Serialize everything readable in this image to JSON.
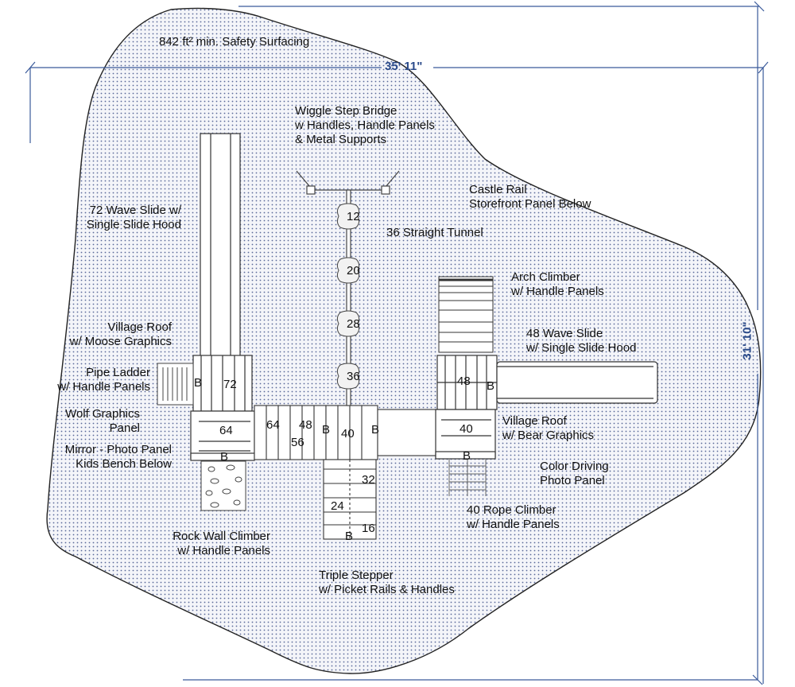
{
  "title": "Playset Layout Plan",
  "colors": {
    "surfacing_fill": "#eef0f6",
    "surfacing_dot": "#5a6a9a",
    "dimension_line": "#3a5a9a",
    "outline": "#222222"
  },
  "surfacing": {
    "label": "842 ft² min. Safety Surfacing",
    "area_sqft": 842
  },
  "dimensions": {
    "width": "35' 11\"",
    "depth": "31' 10\""
  },
  "callouts": {
    "wiggle_bridge": [
      "Wiggle Step Bridge",
      "w Handles, Handle Panels",
      "& Metal Supports"
    ],
    "castle_rail": [
      "Castle Rail",
      "Storefront Panel Below"
    ],
    "tunnel": [
      "36 Straight Tunnel"
    ],
    "wave_slide_72": [
      "72 Wave Slide w/",
      "Single Slide Hood"
    ],
    "arch_climber": [
      "Arch Climber",
      "w/ Handle Panels"
    ],
    "wave_slide_48": [
      "48 Wave Slide",
      "w/ Single Slide Hood"
    ],
    "village_roof_moose": [
      "Village Roof",
      "w/ Moose Graphics"
    ],
    "pipe_ladder": [
      "Pipe Ladder",
      "w/ Handle Panels"
    ],
    "wolf_graphics": [
      "Wolf Graphics",
      "Panel"
    ],
    "mirror_panel": [
      "Mirror - Photo Panel",
      "Kids Bench Below"
    ],
    "village_roof_bear": [
      "Village Roof",
      "w/ Bear Graphics"
    ],
    "color_driving": [
      "Color Driving",
      "Photo Panel"
    ],
    "rope_climber": [
      "40 Rope Climber",
      "w/ Handle Panels"
    ],
    "rock_wall": [
      "Rock Wall Climber",
      "w/ Handle Panels"
    ],
    "triple_stepper": [
      "Triple Stepper",
      "w/ Picket Rails & Handles"
    ]
  },
  "deck_heights": {
    "bridge_steps": [
      "12",
      "20",
      "28",
      "36"
    ],
    "left_tower_top": "72",
    "left_tower_low": "64",
    "bridge_deck_a": "64",
    "bridge_deck_b": "48",
    "bridge_deck_c": "56",
    "center_deck": "40",
    "stepper_a": "32",
    "stepper_b": "24",
    "stepper_c": "16",
    "right_tower_top": "48",
    "right_tower_low": "40"
  },
  "bench_marker": "B"
}
